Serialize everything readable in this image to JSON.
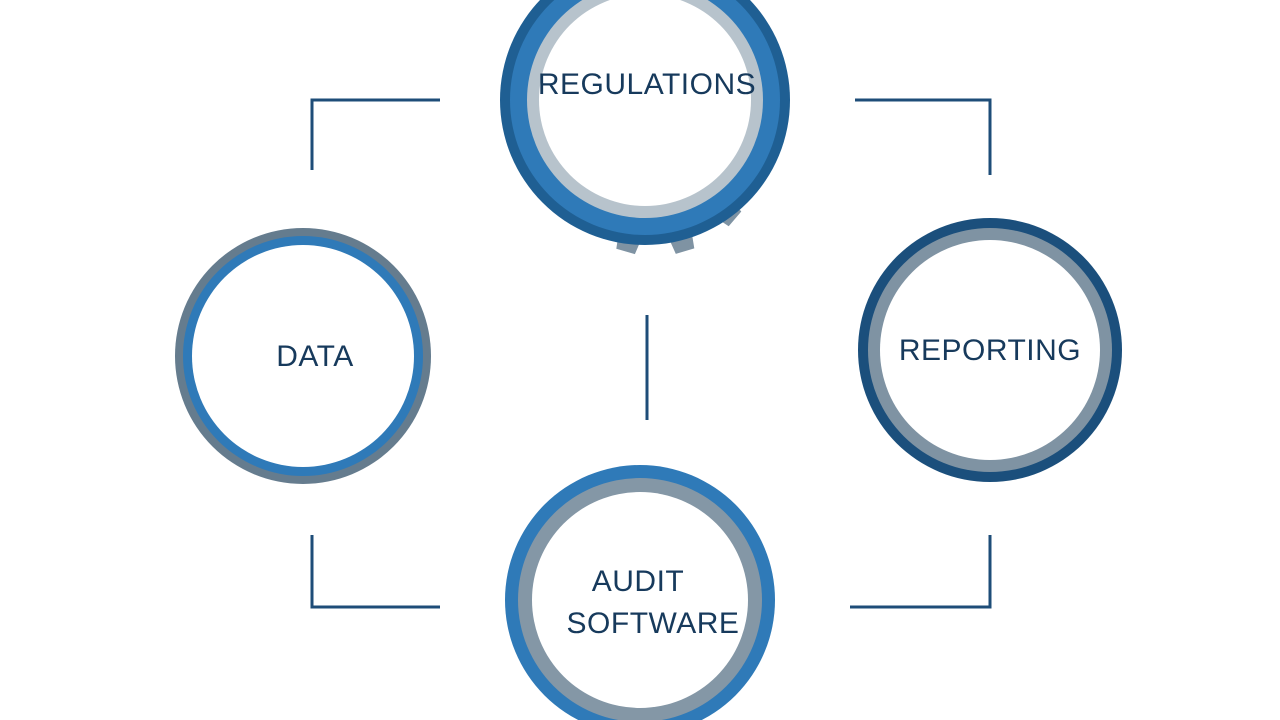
{
  "nodes": {
    "regulations": {
      "label": "REGULATIONS"
    },
    "data": {
      "label": "DATA"
    },
    "reporting": {
      "label": "REPORTING"
    },
    "audit_software": {
      "line1": "AUDIT",
      "line2": "SOFTWARE"
    }
  },
  "colors": {
    "blue": "#2f7ab8",
    "dark_blue": "#1f5f93",
    "navy": "#1b4f7c",
    "gray": "#7f93a3",
    "dark_gray": "#657c8e",
    "light_gray": "#b7c3cc",
    "connector": "#1e4d78",
    "label": "#173a5c"
  }
}
